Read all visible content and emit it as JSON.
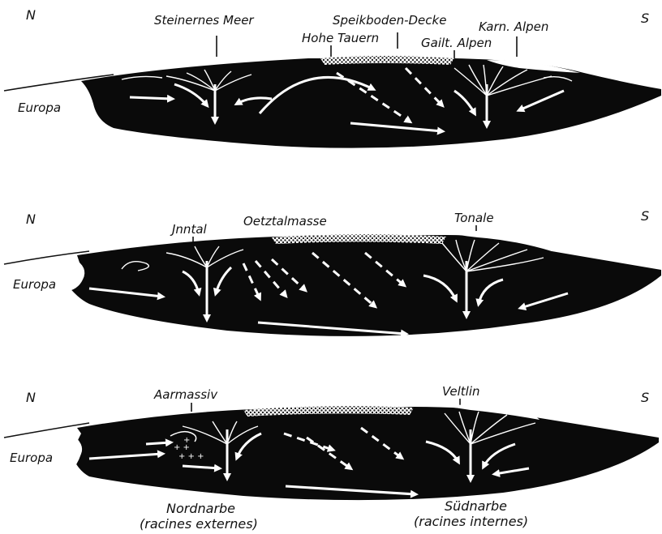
{
  "sections": [
    {
      "north": "N",
      "south": "S",
      "europa": "Europa",
      "labels": {
        "a": "Steinernes Meer",
        "b": "Speikboden-Decke",
        "c": "Hohe Tauern",
        "d": "Karn. Alpen",
        "e": "Gailt. Alpen"
      }
    },
    {
      "north": "N",
      "south": "S",
      "europa": "Europa",
      "labels": {
        "a": "Jnntal",
        "b": "Oetztalmasse",
        "c": "Tonale"
      }
    },
    {
      "north": "N",
      "south": "S",
      "europa": "Europa",
      "labels": {
        "a": "Aarmassiv",
        "b": "Veltlin"
      },
      "bottom": {
        "nord_1": "Nordnarbe",
        "nord_2": "(racines externes)",
        "sued_1": "Südnarbe",
        "sued_2": "(racines internes)"
      }
    }
  ],
  "colors": {
    "mass": "#0a0a0a",
    "arrow": "#ffffff",
    "text": "#111111"
  }
}
